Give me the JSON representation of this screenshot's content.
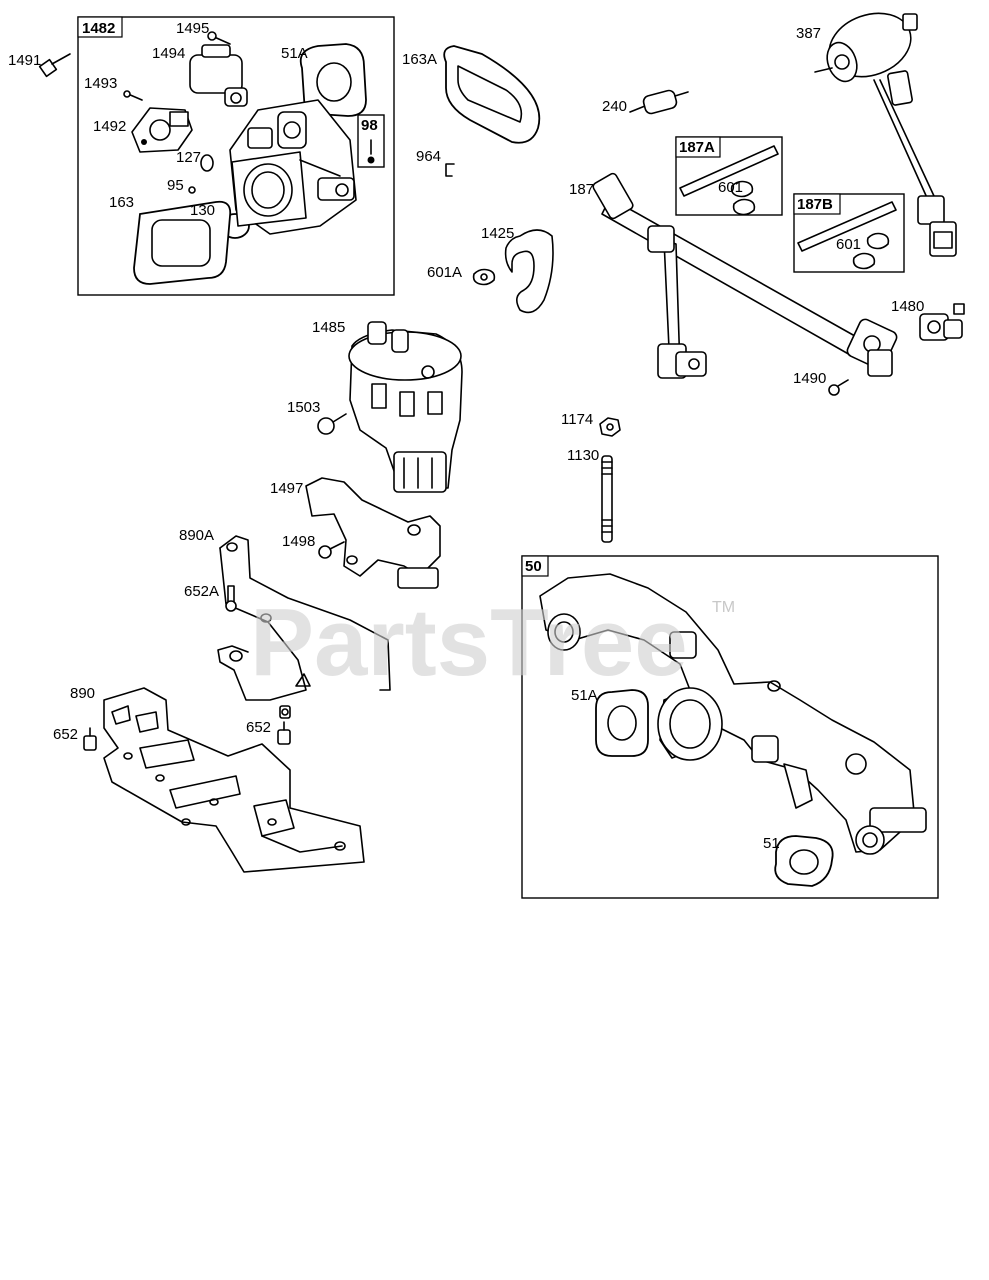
{
  "watermark": {
    "text": "PartsTree",
    "trademark": "TM"
  },
  "group_boxes": [
    {
      "tag": "1482"
    },
    {
      "tag": "98"
    },
    {
      "tag": "187A"
    },
    {
      "tag": "187B"
    },
    {
      "tag": "50"
    }
  ],
  "callouts": [
    "1491",
    "1495",
    "1494",
    "51A",
    "1493",
    "1492",
    "127",
    "95",
    "163",
    "130",
    "163A",
    "964",
    "240",
    "387",
    "187",
    "601",
    "601",
    "1425",
    "601A",
    "1480",
    "1490",
    "1485",
    "1503",
    "1174",
    "1130",
    "1497",
    "890A",
    "1498",
    "652A",
    "890",
    "652",
    "652",
    "51A",
    "51"
  ]
}
